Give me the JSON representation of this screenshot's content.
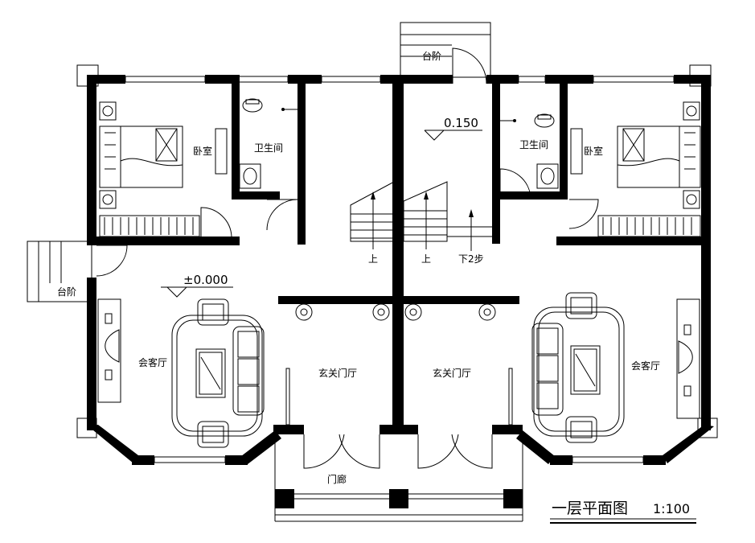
{
  "rooms": {
    "steps_top": "台阶",
    "steps_left": "台阶",
    "bathroom_left": "卫生间",
    "bathroom_right": "卫生间",
    "bedroom_left": "卧室",
    "bedroom_right": "卧室",
    "living_left": "会客厅",
    "living_right": "会客厅",
    "foyer_left": "玄关门厅",
    "foyer_right": "玄关门厅",
    "porch": "门廊"
  },
  "stairs": {
    "up_left": "上",
    "up_right": "上",
    "down_steps": "下2步"
  },
  "levels": {
    "upper": "0.150",
    "main": "±0.000"
  },
  "title": {
    "text": "一层平面图",
    "scale": "1:100"
  },
  "colors": {
    "line": "#000000",
    "background": "#ffffff"
  }
}
